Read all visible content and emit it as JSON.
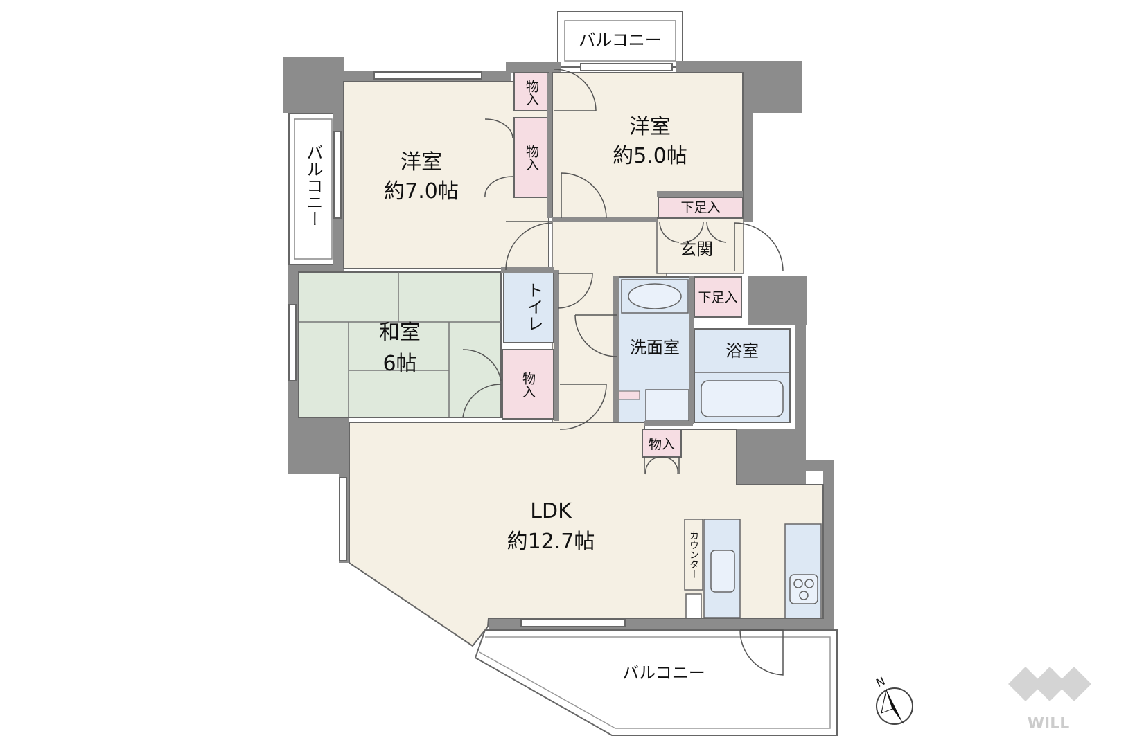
{
  "colors": {
    "wall": "#8c8c8c",
    "floor": "#f5f0e4",
    "tatami": "#dfe9dc",
    "storage": "#f6dde3",
    "wet": "#dde8f4",
    "balcony": "#ffffff",
    "line": "#555555"
  },
  "rooms": {
    "western_large": {
      "name": "洋室",
      "size": "約7.0帖"
    },
    "western_small": {
      "name": "洋室",
      "size": "約5.0帖"
    },
    "japanese": {
      "name": "和室",
      "size": "6帖"
    },
    "ldk": {
      "name": "LDK",
      "size": "約12.7帖"
    },
    "washroom": {
      "name": "洗面室"
    },
    "bath": {
      "name": "浴室"
    },
    "toilet": {
      "name": "トイレ"
    },
    "entrance": {
      "name": "玄関"
    }
  },
  "storage": {
    "closet_top": "物入",
    "closet_western": "物入",
    "closet_japanese": "物入",
    "closet_ldk": "物入",
    "shoe_top": "下足入",
    "shoe_side": "下足入"
  },
  "balconies": {
    "top": "バルコニー",
    "left": "バルコニー",
    "bottom": "バルコニー"
  },
  "counter": "カウンター",
  "compass": {
    "label": "N"
  },
  "logo": {
    "text": "WILL"
  }
}
